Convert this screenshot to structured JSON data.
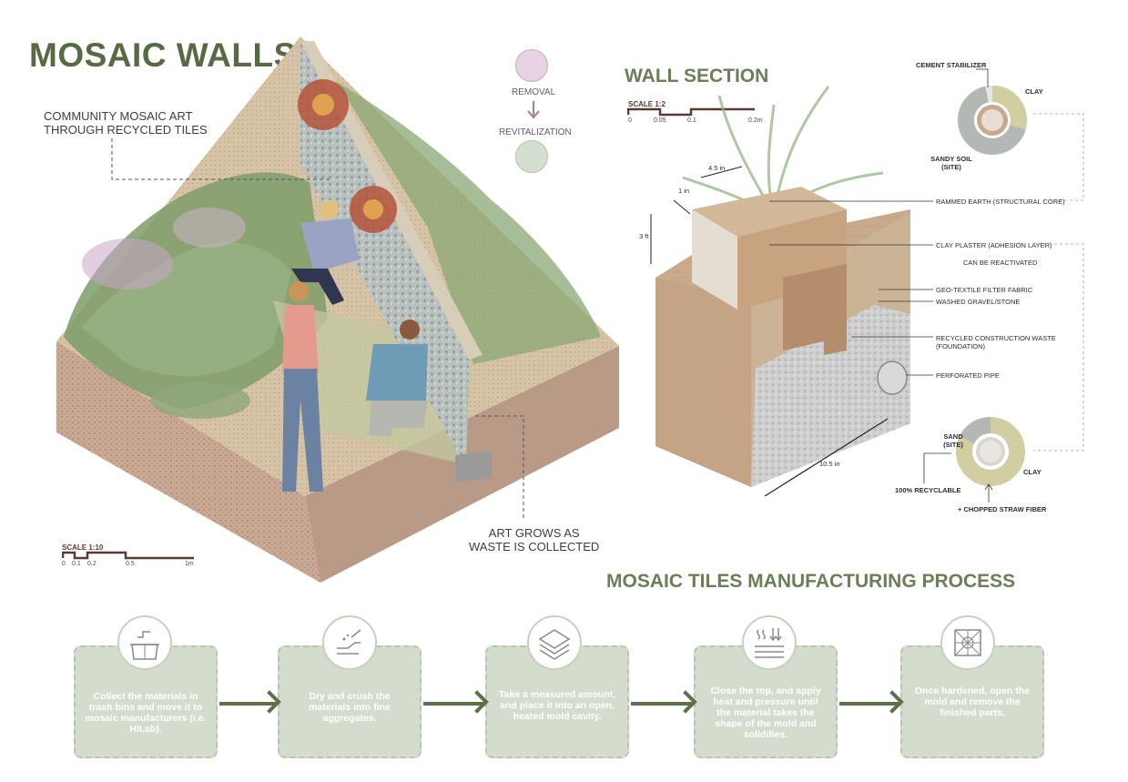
{
  "title": "MOSAIC WALLS",
  "community_caption": [
    "COMMUNITY MOSAIC ART",
    "THROUGH RECYCLED TILES"
  ],
  "art_caption": [
    "ART GROWS AS",
    "WASTE IS COLLECTED"
  ],
  "legend": {
    "removal": "REMOVAL",
    "revitalization": "REVITALIZATION",
    "removal_color": "#e7d3e1",
    "revitalization_color": "#d5dfd0",
    "arrow_color": "#a9849c"
  },
  "scale_main": {
    "label": "SCALE 1:10",
    "ticks": [
      "0",
      "0.1",
      "0.2",
      "0.5",
      "1m"
    ]
  },
  "wall_section": {
    "title": "WALL SECTION",
    "scale": {
      "label": "SCALE 1:2",
      "ticks": [
        "0",
        "0.05",
        "0.1",
        "0.2m"
      ]
    },
    "dimensions": {
      "width_top": "4.5 in",
      "thick": "1 in",
      "height": "3 ft",
      "base": "10.5 in"
    },
    "layers": [
      "RAMMED EARTH (STRUCTURAL CORE)",
      "CLAY PLASTER (ADHESION LAYER)",
      "CAN BE REACTIVATED",
      "GEO-TEXTILE FILTER FABRIC",
      "WASHED GRAVEL/STONE",
      "RECYCLED CONSTRUCTION WASTE",
      "(FOUNDATION)",
      "PERFORATED PIPE"
    ],
    "donut_top": {
      "labels": [
        "CEMENT STABILIZER",
        "CLAY",
        "SANDY SOIL",
        "(SITE)"
      ]
    },
    "donut_bottom": {
      "labels": [
        "SAND",
        "(SITE)",
        "CLAY",
        "100% RECYCLABLE",
        "+ CHOPPED STRAW FIBER"
      ]
    }
  },
  "process": {
    "title": "MOSAIC TILES MANUFACTURING PROCESS",
    "steps": [
      {
        "icon": "trash-bins-icon",
        "text": "Collect the materials in trash bins and move it to mosaic manufacturers (i.e. HiLab)."
      },
      {
        "icon": "crush-hand-icon",
        "text": "Dry and crush the materials into fine aggregates."
      },
      {
        "icon": "layers-icon",
        "text": "Take a measured amount, and place it into an open, heated mold cavity."
      },
      {
        "icon": "heat-press-icon",
        "text": "Close the top, and apply heat and pressure until the material takes the shape of the mold and solidifies."
      },
      {
        "icon": "mosaic-tile-icon",
        "text": "Once hardened, open the mold and remove the finished parts."
      }
    ]
  }
}
